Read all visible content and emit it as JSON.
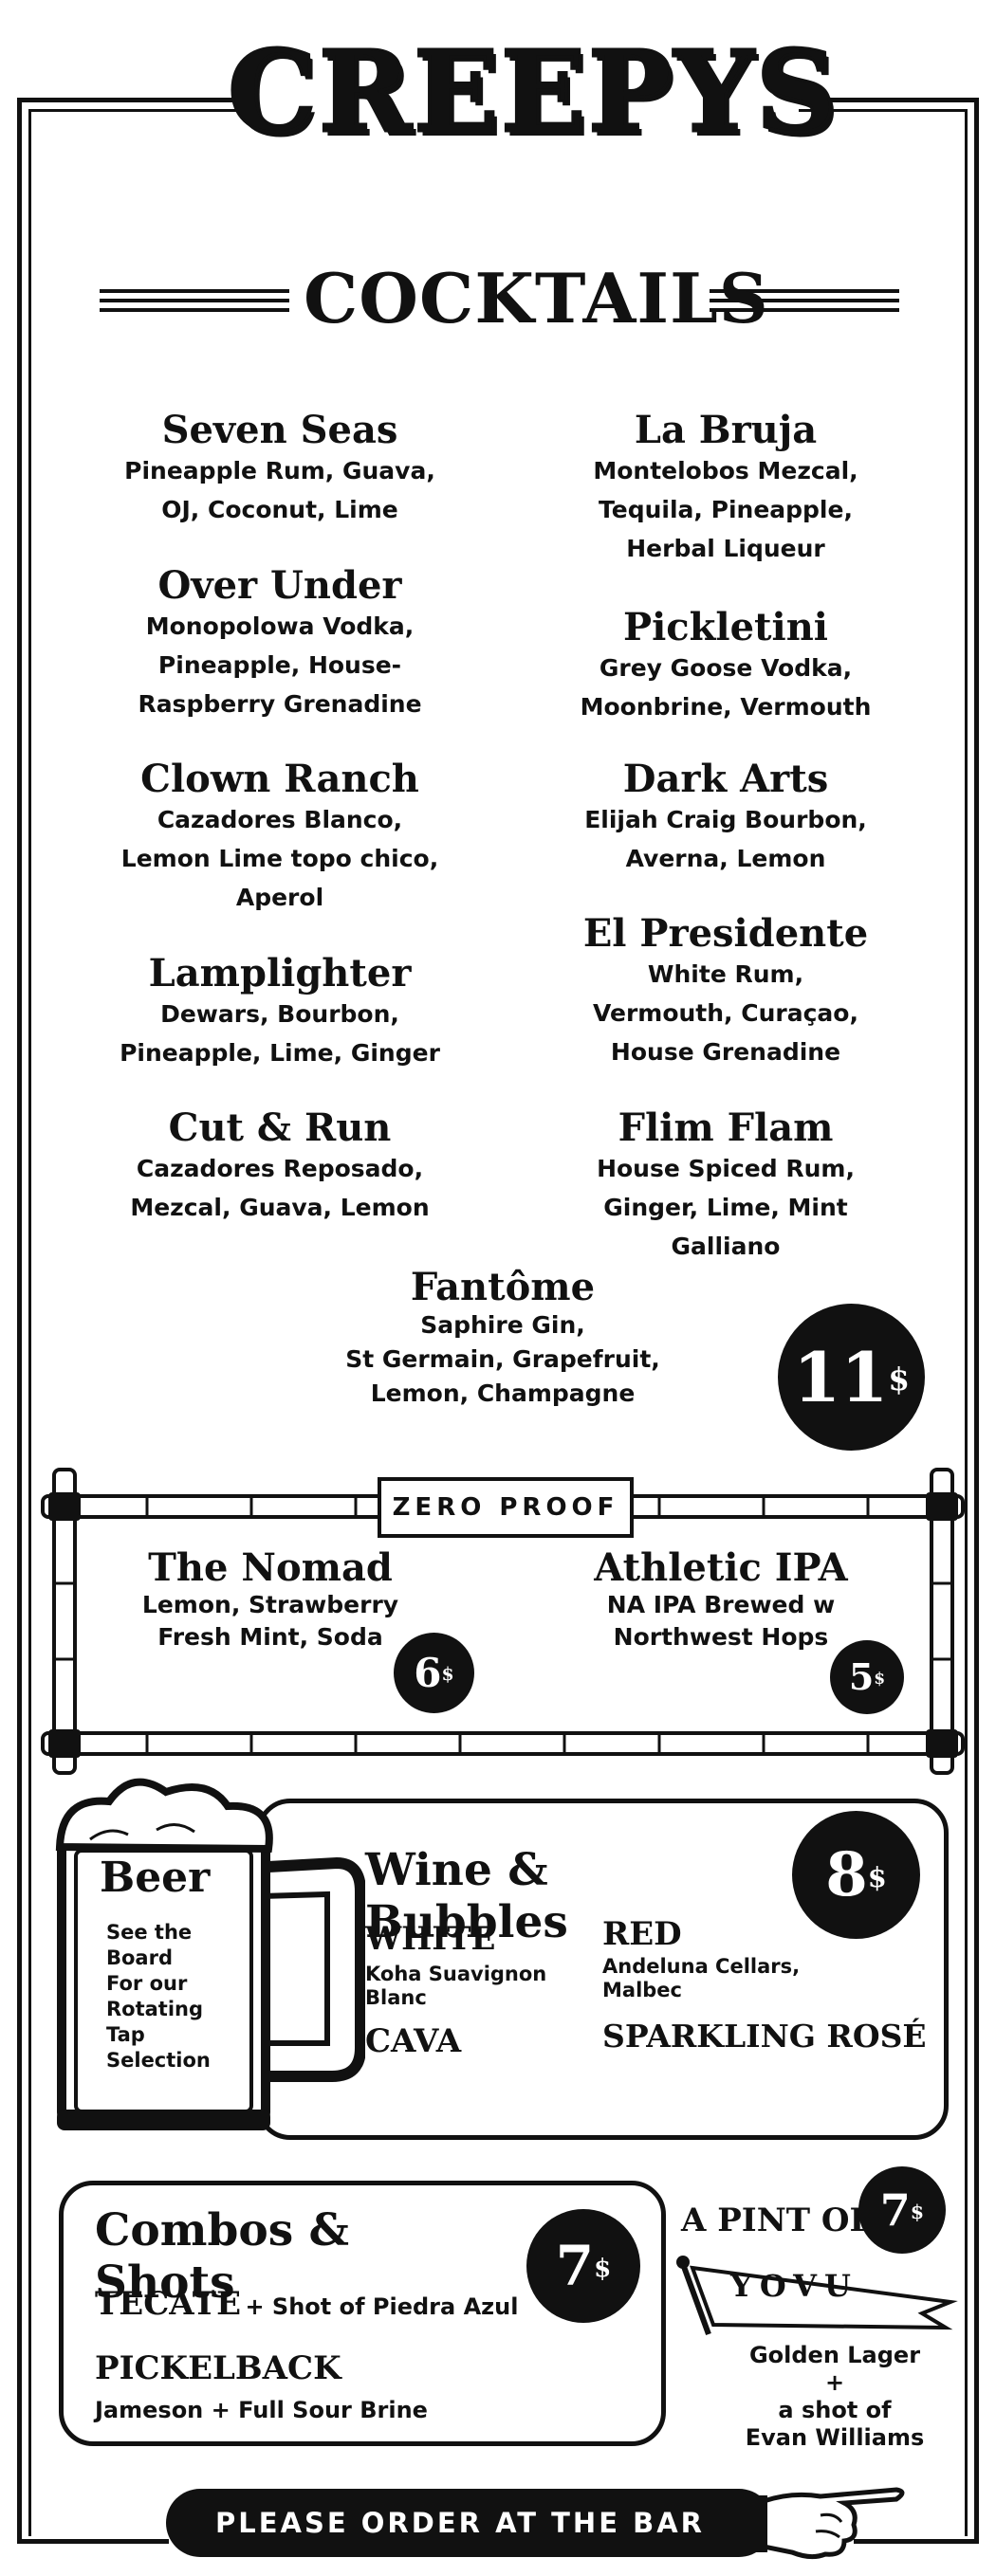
{
  "brand": "CREEPYS",
  "cocktails": {
    "heading": "COCKTAILS",
    "price": "11",
    "currency": "$",
    "left": [
      {
        "name": "Seven Seas",
        "lines": [
          "Pineapple Rum, Guava,",
          "OJ, Coconut, Lime"
        ]
      },
      {
        "name": "Over Under",
        "lines": [
          "Monopolowa Vodka,",
          "Pineapple, House-",
          "Raspberry Grenadine"
        ]
      },
      {
        "name": "Clown Ranch",
        "lines": [
          "Cazadores Blanco,",
          "Lemon Lime topo chico,",
          "Aperol"
        ]
      },
      {
        "name": "Lamplighter",
        "lines": [
          "Dewars, Bourbon,",
          "Pineapple, Lime, Ginger"
        ]
      },
      {
        "name": "Cut & Run",
        "lines": [
          "Cazadores Reposado,",
          "Mezcal, Guava, Lemon"
        ]
      }
    ],
    "right": [
      {
        "name": "La Bruja",
        "lines": [
          "Montelobos Mezcal,",
          "Tequila, Pineapple,",
          "Herbal Liqueur"
        ]
      },
      {
        "name": "Pickletini",
        "lines": [
          "Grey Goose Vodka,",
          "Moonbrine, Vermouth"
        ]
      },
      {
        "name": "Dark Arts",
        "lines": [
          "Elijah Craig Bourbon,",
          "Averna, Lemon"
        ]
      },
      {
        "name": "El Presidente",
        "lines": [
          "White Rum,",
          "Vermouth, Curaçao,",
          "House Grenadine"
        ]
      },
      {
        "name": "Flim Flam",
        "lines": [
          "House Spiced Rum,",
          "Ginger, Lime, Mint",
          "Galliano"
        ]
      }
    ],
    "center": {
      "name": "Fantôme",
      "lines": [
        "Saphire Gin,",
        "St Germain, Grapefruit,",
        "Lemon, Champagne"
      ]
    }
  },
  "zero_proof": {
    "label": "ZERO PROOF",
    "items": [
      {
        "name": "The Nomad",
        "lines": [
          "Lemon, Strawberry",
          "Fresh Mint, Soda"
        ],
        "price": "6"
      },
      {
        "name": "Athletic IPA",
        "lines": [
          "NA IPA Brewed w",
          "Northwest Hops"
        ],
        "price": "5"
      }
    ]
  },
  "beer": {
    "title": "Beer",
    "lines": [
      "See the",
      "Board",
      "For our",
      "Rotating",
      "Tap",
      "Selection"
    ]
  },
  "wine": {
    "title": "Wine & Bubbles",
    "price": "8",
    "white_label": "WHITE",
    "white_desc": [
      "Koha Suavignon",
      "Blanc"
    ],
    "red_label": "RED",
    "red_desc": [
      "Andeluna Cellars,",
      "Malbec"
    ],
    "cava": "CAVA",
    "sparkling": "SPARKLING ROSÉ"
  },
  "combos": {
    "title": "Combos & Shots",
    "price": "7",
    "tecate": "TECATE",
    "tecate_desc": "+ Shot of Piedra Azul",
    "pickleback": "PICKELBACK",
    "pickleback_desc": "Jameson + Full Sour Brine"
  },
  "pint": {
    "title": "A PINT OF",
    "flag_letters": [
      "Y",
      "O",
      "V",
      "U"
    ],
    "price": "7",
    "desc": [
      "Golden Lager",
      "+",
      "a shot of",
      "Evan Williams"
    ]
  },
  "footer": {
    "order_text": "PLEASE ORDER AT THE BAR"
  }
}
